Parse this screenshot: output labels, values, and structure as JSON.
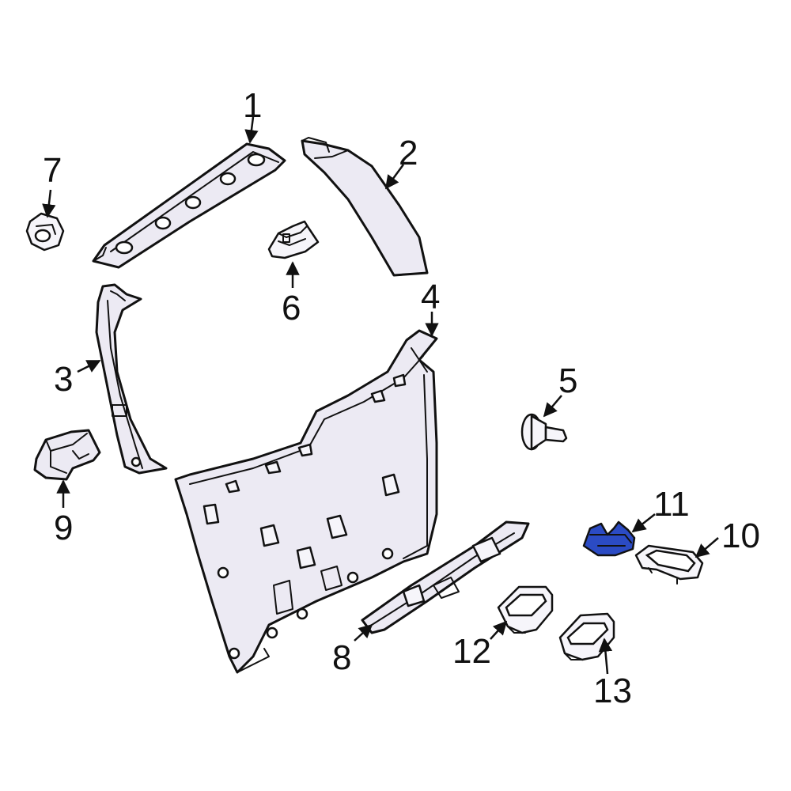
{
  "diagram": {
    "highlight_color": "#2b4bc4",
    "callouts": [
      {
        "id": "1",
        "label": "1"
      },
      {
        "id": "2",
        "label": "2"
      },
      {
        "id": "3",
        "label": "3"
      },
      {
        "id": "4",
        "label": "4"
      },
      {
        "id": "5",
        "label": "5"
      },
      {
        "id": "6",
        "label": "6"
      },
      {
        "id": "7",
        "label": "7"
      },
      {
        "id": "8",
        "label": "8"
      },
      {
        "id": "9",
        "label": "9"
      },
      {
        "id": "10",
        "label": "10"
      },
      {
        "id": "11",
        "label": "11"
      },
      {
        "id": "12",
        "label": "12"
      },
      {
        "id": "13",
        "label": "13"
      }
    ],
    "highlighted_part": "11"
  }
}
